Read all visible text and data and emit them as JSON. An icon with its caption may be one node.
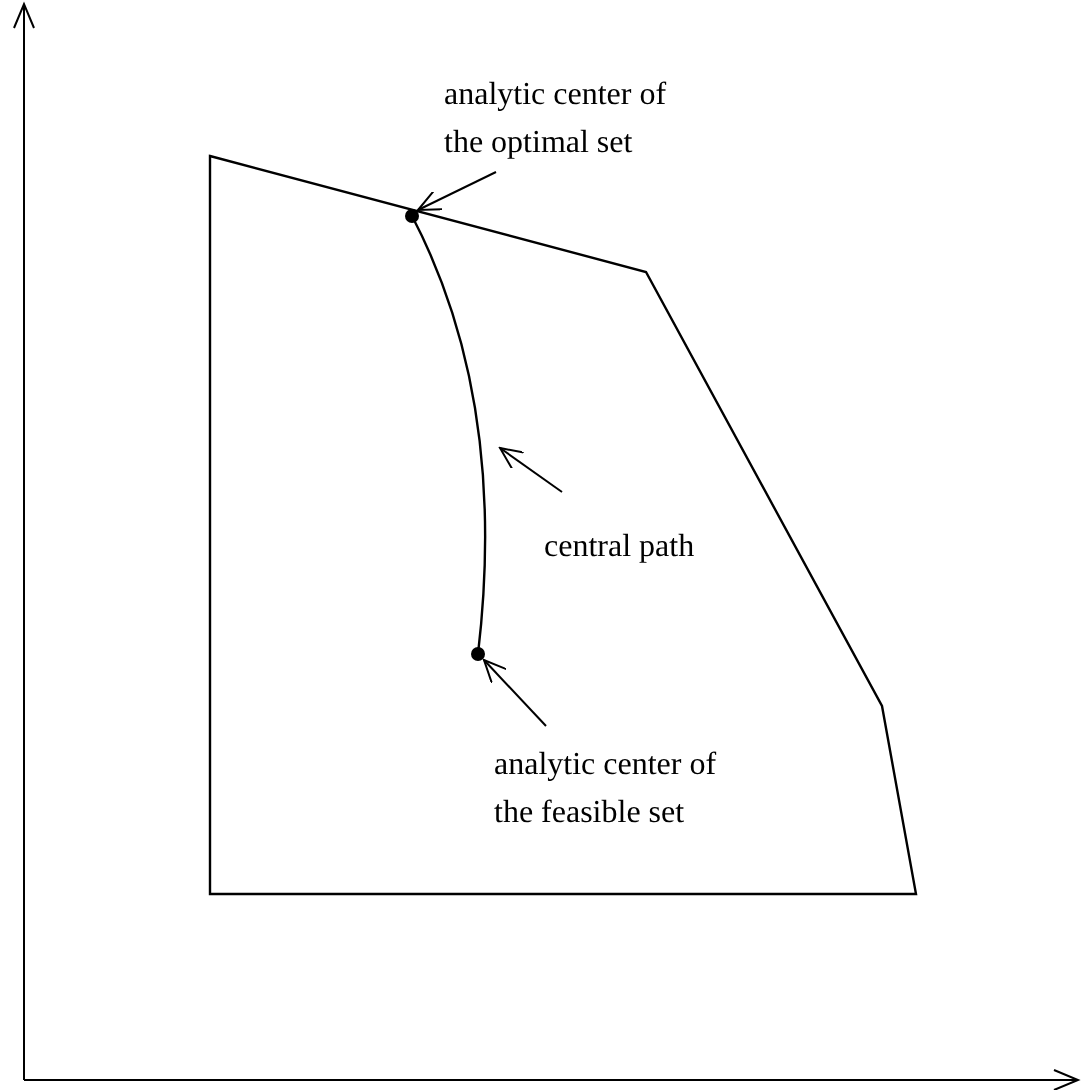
{
  "diagram": {
    "nodes": [
      {
        "text": [
          "analytic center of the optimal set"
        ]
      },
      {
        "text": [],
        "shape": "circle"
      },
      {
        "text": [
          "central path"
        ]
      },
      {
        "text": [],
        "shape": "curve"
      },
      {
        "text": [
          "analytic center of the feasible set"
        ]
      },
      {
        "text": [],
        "shape": "circle"
      }
    ],
    "edges": [
      {
        "from": 0,
        "to": 1,
        "arrow": "to"
      },
      {
        "from": 2,
        "to": 3,
        "arrow": "to"
      },
      {
        "from": 4,
        "to": 5,
        "arrow": "to"
      }
    ]
  }
}
